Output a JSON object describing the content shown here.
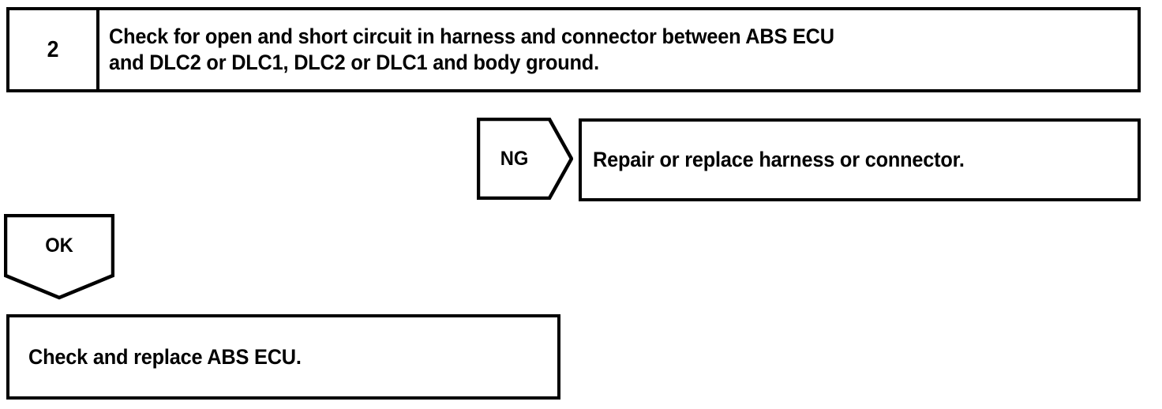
{
  "document": {
    "type": "troubleshooting-flowchart",
    "ink_color": "#000000",
    "background_color": "#ffffff"
  },
  "step": {
    "number": "2",
    "instruction": "Check for open and short circuit in harness and connector between ABS ECU\nand DLC2 or DLC1, DLC2 or DLC1 and body ground."
  },
  "branches": {
    "ng": {
      "label": "NG",
      "shape": "arrow-right-pentagon",
      "result": "Repair or replace harness or connector."
    },
    "ok": {
      "label": "OK",
      "shape": "arrow-down-pentagon",
      "result": "Check and replace ABS ECU."
    }
  }
}
